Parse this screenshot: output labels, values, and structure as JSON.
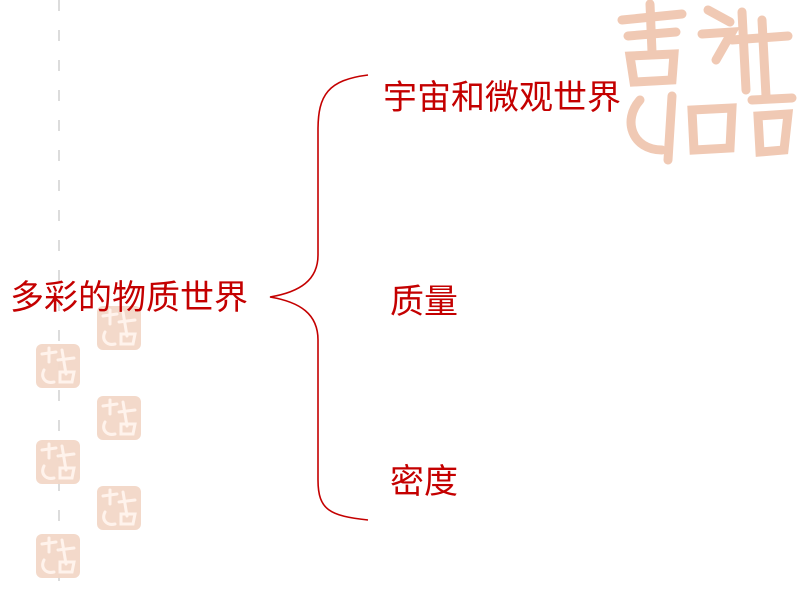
{
  "diagram": {
    "root": "多彩的物质世界",
    "children": [
      "宇宙和微观世界",
      "质量",
      "密度"
    ]
  },
  "colors": {
    "text": "#c40000",
    "brace": "#c40000",
    "seal": "#f3d8c8",
    "grid_dash": "#dcdcdc"
  },
  "decorations": {
    "seal_icon": "auspicious-seal-icon"
  }
}
